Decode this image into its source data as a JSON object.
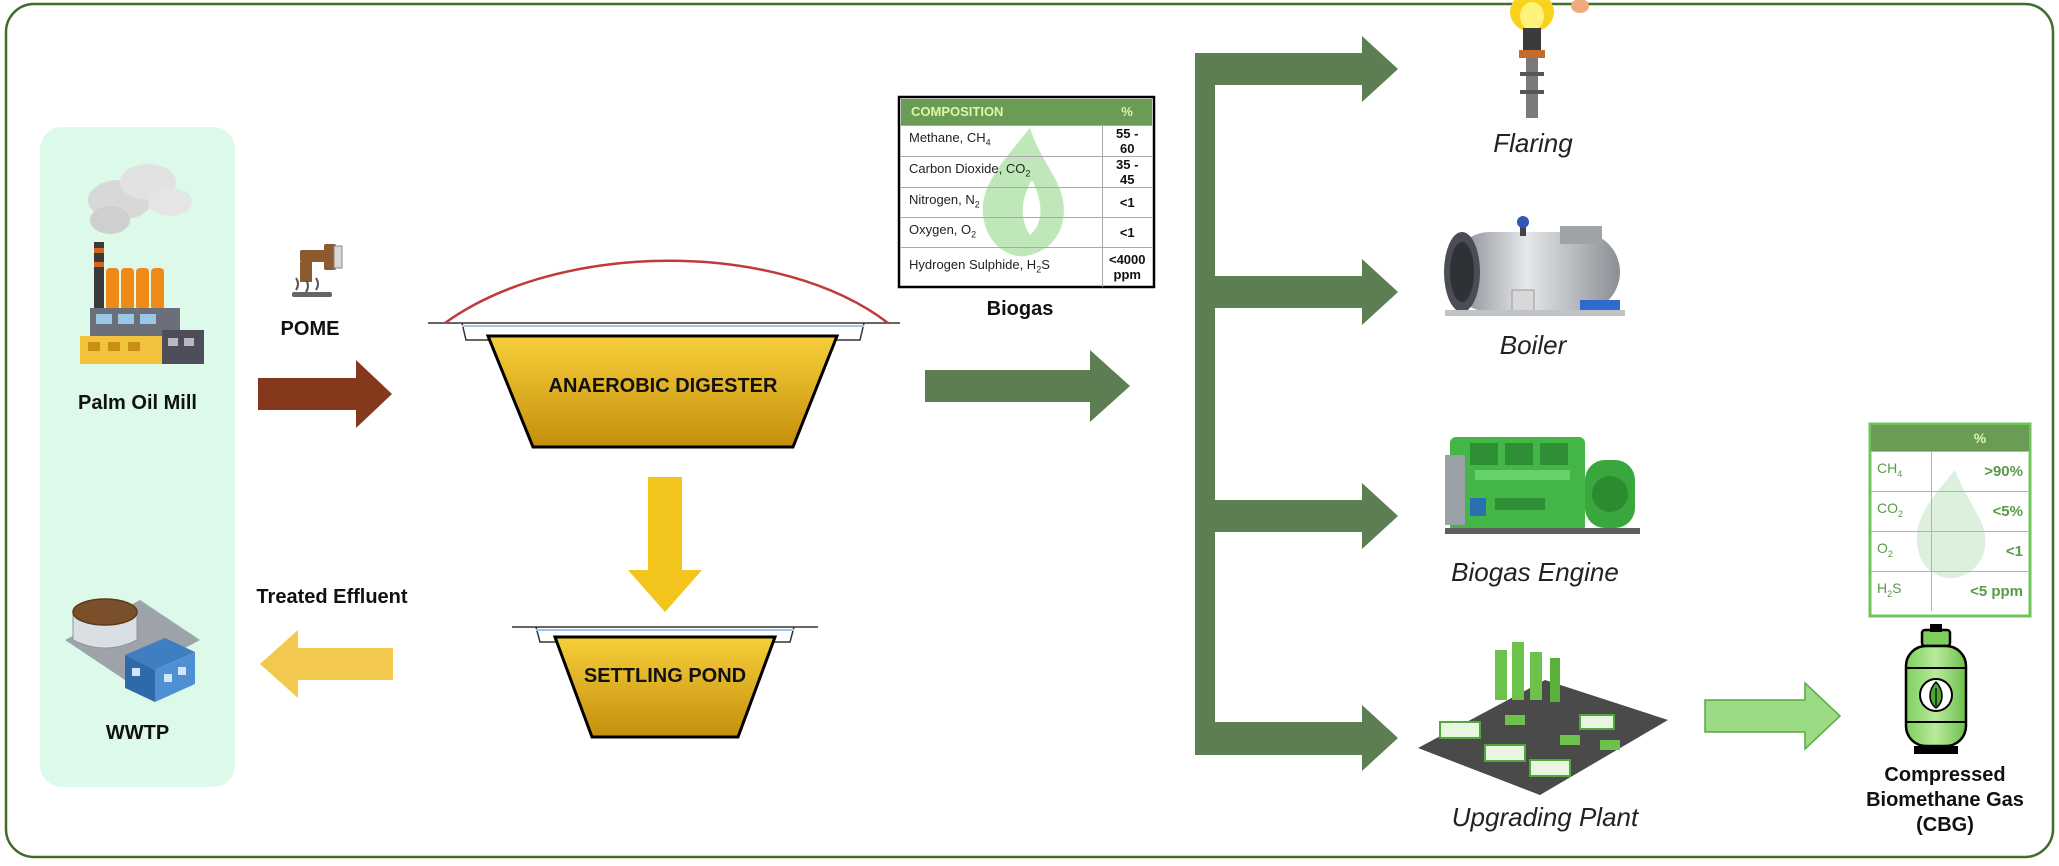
{
  "colors": {
    "frame": "#3f6d2a",
    "arrow_green": "#5d7d52",
    "arrow_light_green": "#9bdb86",
    "arrow_brown": "#85381b",
    "arrow_yellow": "#f2c94c",
    "panel_mint": "#dcf9ea",
    "pond_gold": "#e9b420",
    "digester_dome": "#c0393b",
    "table_header": "#6a9c55"
  },
  "labels": {
    "palm_oil_mill": "Palm Oil Mill",
    "wwtp": "WWTP",
    "pome": "POME",
    "treated_effluent": "Treated Effluent",
    "anaerobic_digester": "ANAEROBIC DIGESTER",
    "settling_pond": "SETTLING POND",
    "biogas": "Biogas",
    "flaring": "Flaring",
    "boiler": "Boiler",
    "biogas_engine": "Biogas Engine",
    "upgrading_plant": "Upgrading Plant",
    "cbg_line1": "Compressed",
    "cbg_line2": "Biomethane Gas",
    "cbg_line3": "(CBG)"
  },
  "biogas_table": {
    "header_component": "COMPOSITION",
    "header_value": "%",
    "rows": [
      {
        "name": "Methane, CH",
        "sub": "4",
        "name_tail": "",
        "value": "55 - 60"
      },
      {
        "name": "Carbon Dioxide, CO",
        "sub": "2",
        "name_tail": "",
        "value": "35 - 45"
      },
      {
        "name": "Nitrogen, N",
        "sub": "2",
        "name_tail": "",
        "value": "<1"
      },
      {
        "name": "Oxygen, O",
        "sub": "2",
        "name_tail": "",
        "value": "<1"
      },
      {
        "name": "Hydrogen Sulphide, H",
        "sub": "2",
        "name_tail": "S",
        "value": "<4000 ppm"
      }
    ]
  },
  "cbg_table": {
    "header_value": "%",
    "rows": [
      {
        "name": "CH",
        "sub": "4",
        "name_tail": "",
        "value": ">90%"
      },
      {
        "name": "CO",
        "sub": "2",
        "name_tail": "",
        "value": "<5%"
      },
      {
        "name": "O",
        "sub": "2",
        "name_tail": "",
        "value": "<1"
      },
      {
        "name": "H",
        "sub": "2",
        "name_tail": "S",
        "value": "<5 ppm"
      }
    ]
  },
  "icons": {
    "mill": "factory-icon",
    "pome": "pipe-discharge-icon",
    "wwtp": "water-treatment-plant-icon",
    "flare": "gas-flare-icon",
    "boiler": "industrial-boiler-icon",
    "engine": "gas-engine-generator-icon",
    "upgrading": "upgrading-plant-icon",
    "cylinder": "gas-cylinder-icon",
    "flame_watermark": "flame-watermark-icon"
  }
}
